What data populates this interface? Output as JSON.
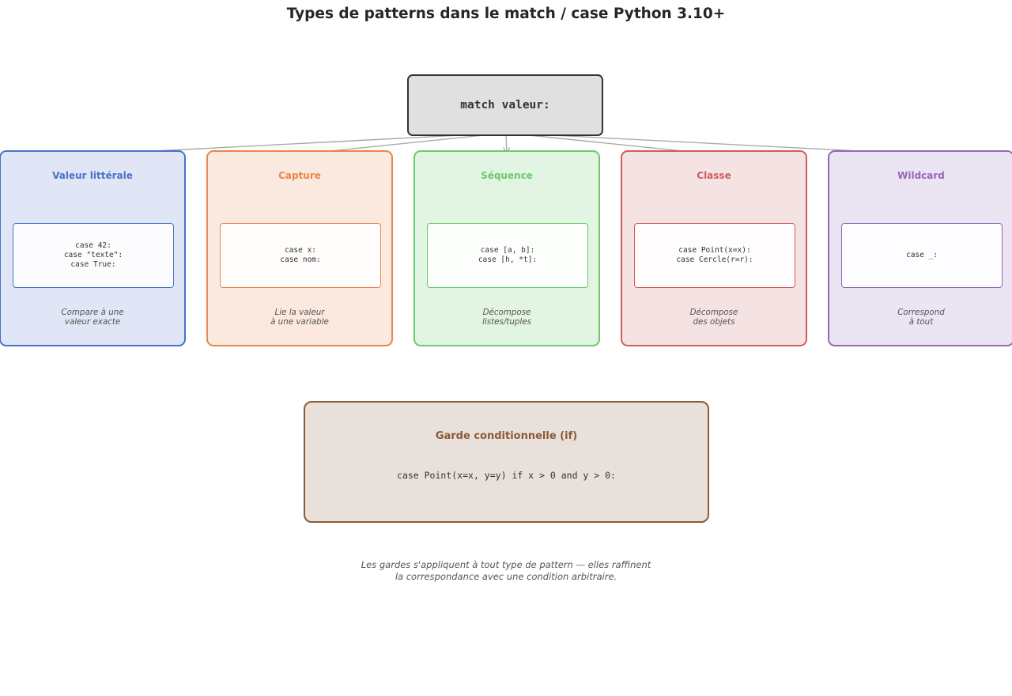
{
  "title": "Types de patterns dans le match / case Python 3.10+",
  "root": {
    "label": "match valeur:"
  },
  "patterns": [
    {
      "title": "Valeur littérale",
      "code": "case 42:\ncase \"texte\":\ncase True:",
      "desc": "Compare à une\nvaleur exacte",
      "color": "#4a72c8",
      "bg": "#e0e6f5"
    },
    {
      "title": "Capture",
      "code": "case x:\ncase nom:",
      "desc": "Lie la valeur\nà une variable",
      "color": "#e8874a",
      "bg": "#fbe8de"
    },
    {
      "title": "Séquence",
      "code": "case [a, b]:\ncase [h, *t]:",
      "desc": "Décompose\nlistes/tuples",
      "color": "#6cc96c",
      "bg": "#e2f4e2"
    },
    {
      "title": "Classe",
      "code": "case Point(x=x):\ncase Cercle(r=r):",
      "desc": "Décompose\ndes objets",
      "color": "#d05c5c",
      "bg": "#f5e2e2"
    },
    {
      "title": "Wildcard",
      "code": "case _:",
      "desc": "Correspond\nà tout",
      "color": "#9468b8",
      "bg": "#ebe4f2"
    }
  ],
  "guard": {
    "title": "Garde conditionnelle (if)",
    "code": "case Point(x=x, y=y) if x > 0 and y > 0:",
    "color": "#8b5a35",
    "bg": "#e8e0da"
  },
  "footnote": "Les gardes s'appliquent à tout type de pattern — elles raffinent\nla correspondance avec une condition arbitraire."
}
